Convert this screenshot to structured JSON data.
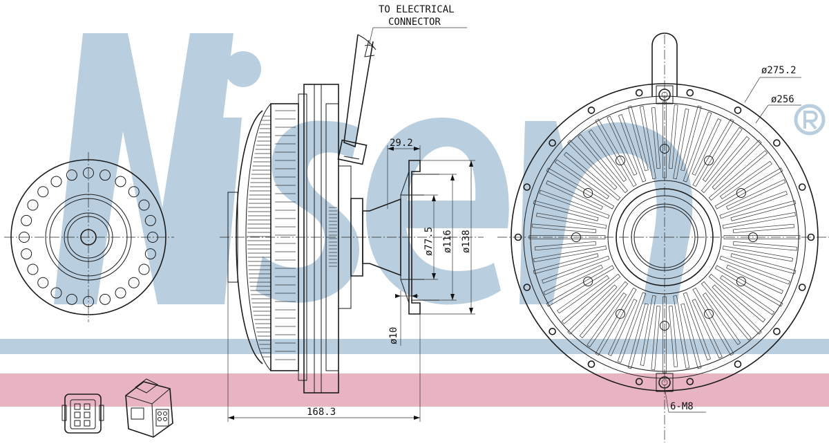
{
  "brand": {
    "watermark_colors": {
      "blue": "#b9cfe0",
      "red": "#e8b4c2"
    }
  },
  "callouts": {
    "connector_line1": "TO ELECTRICAL",
    "connector_line2": "CONNECTOR",
    "bolt_pattern": "6-M8"
  },
  "dimensions": {
    "flange_offset": "29.2",
    "bore": "ø77.5",
    "pilot": "ø116",
    "flange": "ø138",
    "hole": "ø10",
    "overall_length": "168.3",
    "outer_diameter": "ø275.2",
    "fan_diameter": "ø256"
  },
  "icons": {
    "connector_front": "connector-front-icon",
    "connector_iso": "connector-iso-icon"
  }
}
